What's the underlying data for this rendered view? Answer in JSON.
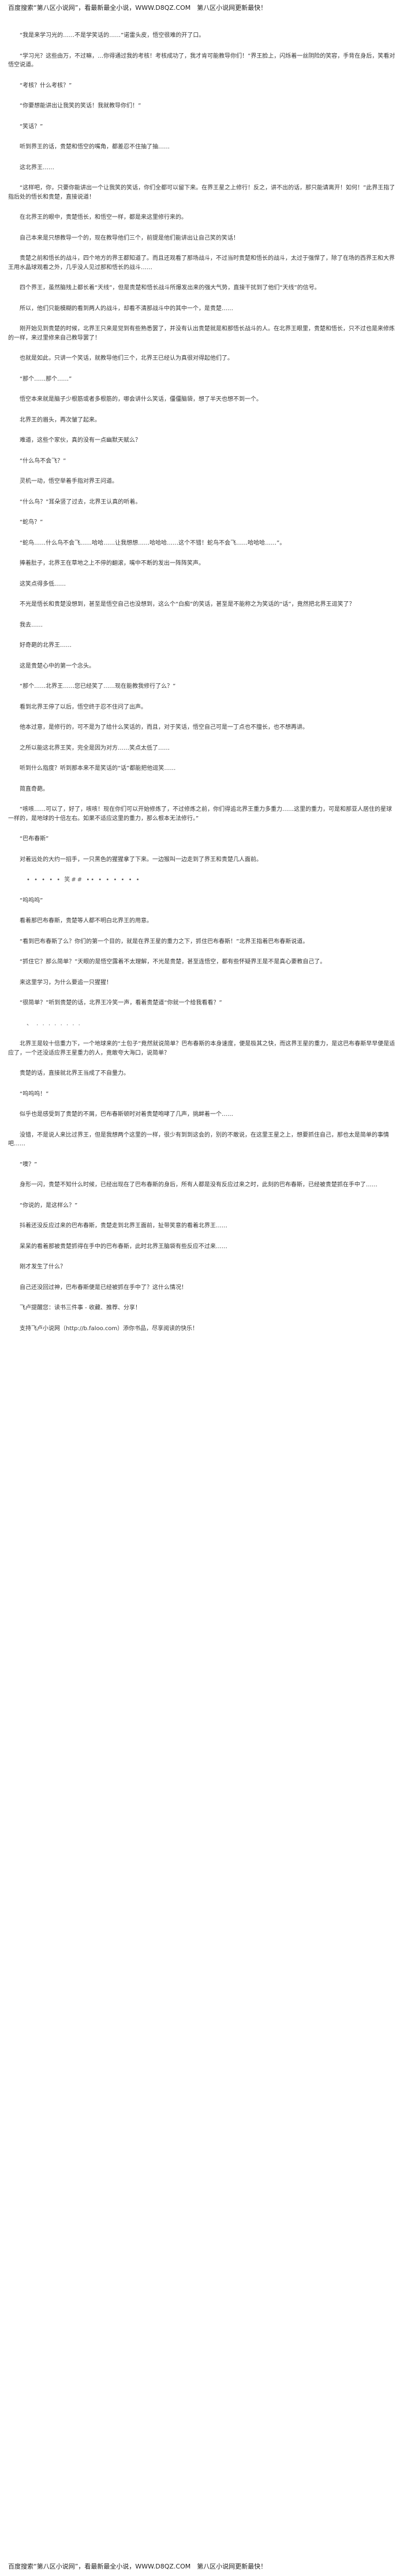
{
  "banner_top": "百度搜索“第八区小说网”，看最新最全小说，WWW.D8QZ.COM　第八区小说网更新最快！",
  "paragraphs": [
    "“我是来学习光的……不是学笑话的……”诺雷头皮，悟空很难的开了口。",
    "“学习光？这些由万，不过嘛，…你得通过我的考核！考核成功了，我才肯可能教导你们！”界王脸上，闪烁着一丝阴险的笑容，手背在身后，笑看对悟空说道。",
    "“考核？什么考核？”",
    "“你要想能讲出让我笑的笑话！我就教导你们！”",
    "“笑话？”",
    "听到界王的话，贵楚和悟空的嘴角，都差忍不住抽了抽……",
    "这北界王……",
    "“这样吧，你，只要你能讲出一个让我笑的笑话，你们全都可以留下来。在界王星之上修行！反之，讲不出的话，那只能请离开！如何！”此界王指了指后处的悟长和贵楚，直接说道！",
    "在北界王的眼中，贵楚悟长，和悟空一样，都是来这里修行来的。",
    "自己本来是只想教导一个的，现在教导他们三个，前提是他们能讲出让自己笑的笑话！",
    "贵楚之前和悟长的战斗，四个地方的界王都知道了。而且还观看了那场战斗，不过当时贵楚和悟长的战斗，太过于强悍了，除了在场的西界王和大界王用水晶球观看之外，几乎没人见过那和悟长的战斗……",
    "四个界王，虽然脑残上都长着“天线”，但是贵楚和悟长战斗所爆发出来的强大气势，直接干扰到了他们“天线”的信号。",
    "所以，他们只能模糊的看到两人的战斗，却看不清那战斗中的其中一个，是贵楚……",
    "刚开始见到贵楚的时候，北界王只来是觉到有些熟悉罢了，并没有认出贵楚就是和那悟长战斗的人。在北界王眼里，贵楚和悟长，只不过也是来修炼的一样，来过里修来自己教导罢了！",
    "也就是如此，只讲一个笑话，就教导他们三个，北界王已经认为真很对得起他们了。",
    "“那个……那个……”",
    "悟空本来就是脑子少根筋或者多根筋的，哪会讲什么笑话，僵僵脑袋，想了半天也想不到一个。",
    "北界王的眉头，再次皱了起来。",
    "难道，这些个家伙，真的没有一点幽默天赋么？",
    "“什么鸟不会飞？”",
    "灵机一动，悟空举着手指对界王问道。",
    "“什么鸟？”耳朵竖了过去，北界王认真的听着。",
    "“蛇鸟？”",
    "“蛇鸟……什么鸟不会飞……哈哈……让我想想……哈哈哈……这个不错！蛇鸟不会飞……哈哈哈……”。",
    "捧着肚子，北界王在草地之上不停的翻滚，嘴中不断的发出一阵阵笑声。",
    "这笑点得多低……",
    "不光是悟长和贵楚没想到，甚至是悟空自己也没想到，这么个“白痴”的笑话，甚至是不能称之为笑话的“话”，竟然把北界王逗笑了？",
    "我去……",
    "好奇葩的北界王……",
    "这是贵楚心中的第一个念头。",
    "“那个……北界王……您已经笑了……现在能教我修行了么？”",
    "看到北界王停了以后，悟空终于忍不住问了出声。",
    "他本过意，是修行的，可不是为了给什么笑话的，而且，对于笑话，悟空自己可是一丁点也不擅长，也不想再讲。",
    "之所以能这北界王笑，完全是因为对方……笑点太低了……",
    "听到什么指度？听到那本来不是笑话的“话”都能把他逗笑……",
    "简直奇葩。",
    "“咳咳……可以了，好了，咳咳！现在你们可以开始修炼了，不过修炼之前，你们得追北界王重力多重力……这里的重力，可是和那亚人居住的星球一样的，是地球的十倍左右。如果不适应这里的重力，那么根本无法修行。”",
    "“巴布春斯”",
    "对着远处的大约一招手，一只黑色的猩猩拿了下来。一边猴叫一边走到了界王和贵楚几人面前。",
    "• • • • • 笑## •• • • • • • •",
    "“呜呜呜”",
    "看着那巴布春斯，贵楚等人都不明白北界王的用意。",
    "“看到巴布春斯了么？你们的第一个目的，就是在界王星的重力之下，抓住巴布春斯！”北界王指着巴布春斯说道。",
    "“抓住它？那么简单？”天眼的是悟空露着不太理解，不光是贵楚，甚至连悟空，都有些怀疑界王是不是真心要教自己了。",
    "来这里学习，为什么要追一只猩猩！",
    "“很简单？”听到贵楚的话，北界王冷笑一声，看着贵楚道“你就一个给我看看？”",
    "、 . . . . . . . .",
    "北界王是较十倍重力下，一个地球来的“土包子”竟然就说简单？巴布春斯的本身速度，便是极其之快，而这界王星的重力，是这巴布春斯早早便是适应了，一个还没适应界王星重力的人，竟敢夸大海口，说简单？",
    "贵楚的话，直接就北界王当成了不自量力。",
    "“呜呜呜！”",
    "似乎也是感受到了贵楚的不屑，巴布春斯顿时对着贵楚咆哮了几声，挑衅着一个……",
    "没错，不是说人来比过界王，但是我想两个这里的一样，很少有到到这会的，别的不敢说，在这里王星之上，想要抓住自己，那也太是简单的事情吧……",
    "“噢？”",
    "身形一闪，贵楚不知什么时候，已经出现在了巴布春斯的身后，所有人都是没有反应过来之时，此刻的巴布春斯，已经被贵楚抓在手中了……",
    "“你说的，是这样么？”",
    "抖着还没反应过来的巴布春斯，贵楚走到北界王面前，扯带笑意的看着北界王……",
    "呆呆的看着那被贵楚抓得在手中的巴布春斯，此时北界王脑袋有些反应不过来……",
    "刚才发生了什么？",
    "自己还没回过神，巴布春斯便是已经被抓在手中了？这什么情况！",
    "飞卢提醒您：读书三件事 - 收藏、推荐、分享！",
    "支持飞卢小说网（http://b.faloo.com）添你书品，尽享阅读的快乐！"
  ],
  "banner_bottom": "百度搜索“第八区小说网”，看最新最全小说，WWW.D8QZ.COM　第八区小说网更新最快！"
}
